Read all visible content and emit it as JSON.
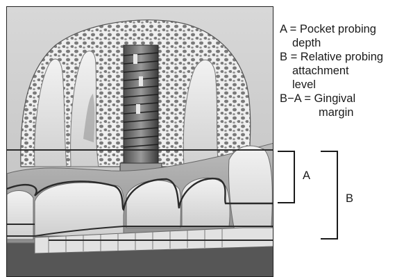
{
  "legend": {
    "a_key": "A = Pocket probing",
    "a_cont": "depth",
    "b_key": "B = Relative probing",
    "b_cont1": "attachment",
    "b_cont2": "level",
    "ba_key": "B−A = Gingival",
    "ba_cont": "margin"
  },
  "brackets": {
    "a_label": "A",
    "b_label": "B"
  },
  "colors": {
    "bone": "#d6d6d6",
    "gum": "#a9a9a9",
    "tooth": "#e6e6e6",
    "background_dark": "#5a5a5a",
    "line": "#2a2a2a"
  }
}
